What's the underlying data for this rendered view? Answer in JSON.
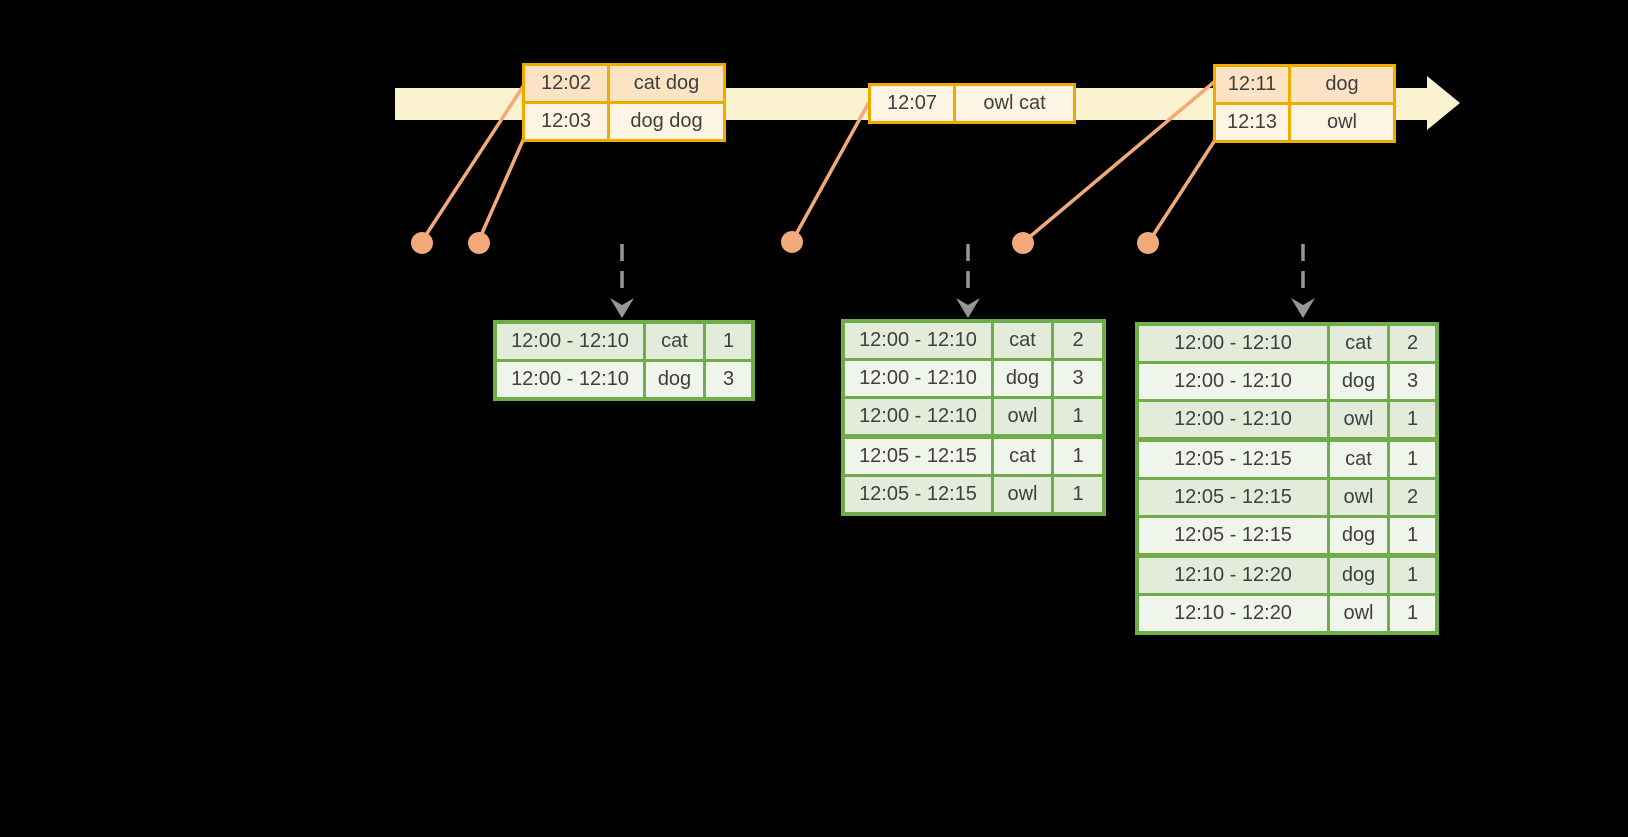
{
  "colors": {
    "background": "#000000",
    "timeline_fill": "#fbf2cf",
    "event_border": "#f0ab00",
    "event_row_dark": "#fbe3c4",
    "event_row_light": "#fdf4e3",
    "connector": "#f2aa7a",
    "result_border": "#6fad49",
    "result_row_dark": "#e3ecda",
    "result_row_light": "#f0f5eb",
    "trigger_arrow": "#979797",
    "text": "#3f3f3f"
  },
  "event_tables": [
    {
      "rows": [
        {
          "time": "12:02",
          "words": "cat dog",
          "tone": "dark"
        },
        {
          "time": "12:03",
          "words": "dog dog",
          "tone": "light"
        }
      ]
    },
    {
      "rows": [
        {
          "time": "12:07",
          "words": "owl cat",
          "tone": "light"
        }
      ]
    },
    {
      "rows": [
        {
          "time": "12:11",
          "words": "dog",
          "tone": "dark"
        },
        {
          "time": "12:13",
          "words": "owl",
          "tone": "light"
        }
      ]
    }
  ],
  "result_tables": [
    {
      "rows": [
        {
          "window": "12:00 - 12:10",
          "word": "cat",
          "count": "1"
        },
        {
          "window": "12:00 - 12:10",
          "word": "dog",
          "count": "3"
        }
      ]
    },
    {
      "rows": [
        {
          "window": "12:00 - 12:10",
          "word": "cat",
          "count": "2"
        },
        {
          "window": "12:00 - 12:10",
          "word": "dog",
          "count": "3"
        },
        {
          "window": "12:00 - 12:10",
          "word": "owl",
          "count": "1"
        },
        {
          "window": "12:05 - 12:15",
          "word": "cat",
          "count": "1"
        },
        {
          "window": "12:05 - 12:15",
          "word": "owl",
          "count": "1"
        }
      ]
    },
    {
      "rows": [
        {
          "window": "12:00 - 12:10",
          "word": "cat",
          "count": "2"
        },
        {
          "window": "12:00 - 12:10",
          "word": "dog",
          "count": "3"
        },
        {
          "window": "12:00 - 12:10",
          "word": "owl",
          "count": "1"
        },
        {
          "window": "12:05 - 12:15",
          "word": "cat",
          "count": "1"
        },
        {
          "window": "12:05 - 12:15",
          "word": "owl",
          "count": "2"
        },
        {
          "window": "12:05 - 12:15",
          "word": "dog",
          "count": "1"
        },
        {
          "window": "12:10 - 12:20",
          "word": "dog",
          "count": "1"
        },
        {
          "window": "12:10 - 12:20",
          "word": "owl",
          "count": "1"
        }
      ]
    }
  ]
}
